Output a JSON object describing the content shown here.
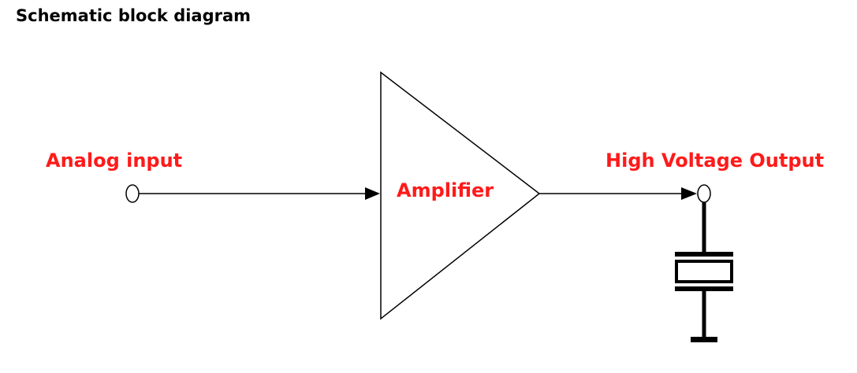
{
  "title": "Schematic block diagram",
  "labels": {
    "input": "Analog input",
    "amplifier": "Amplifier",
    "output": "High Voltage Output"
  },
  "colors": {
    "label": "#ff1a1a",
    "line": "#000000",
    "title": "#000000"
  },
  "icons": {
    "input_terminal": "circle-terminal",
    "output_terminal": "circle-terminal",
    "amplifier": "triangle-amplifier",
    "load": "piezo-crystal-symbol",
    "ground": "ground-symbol"
  }
}
